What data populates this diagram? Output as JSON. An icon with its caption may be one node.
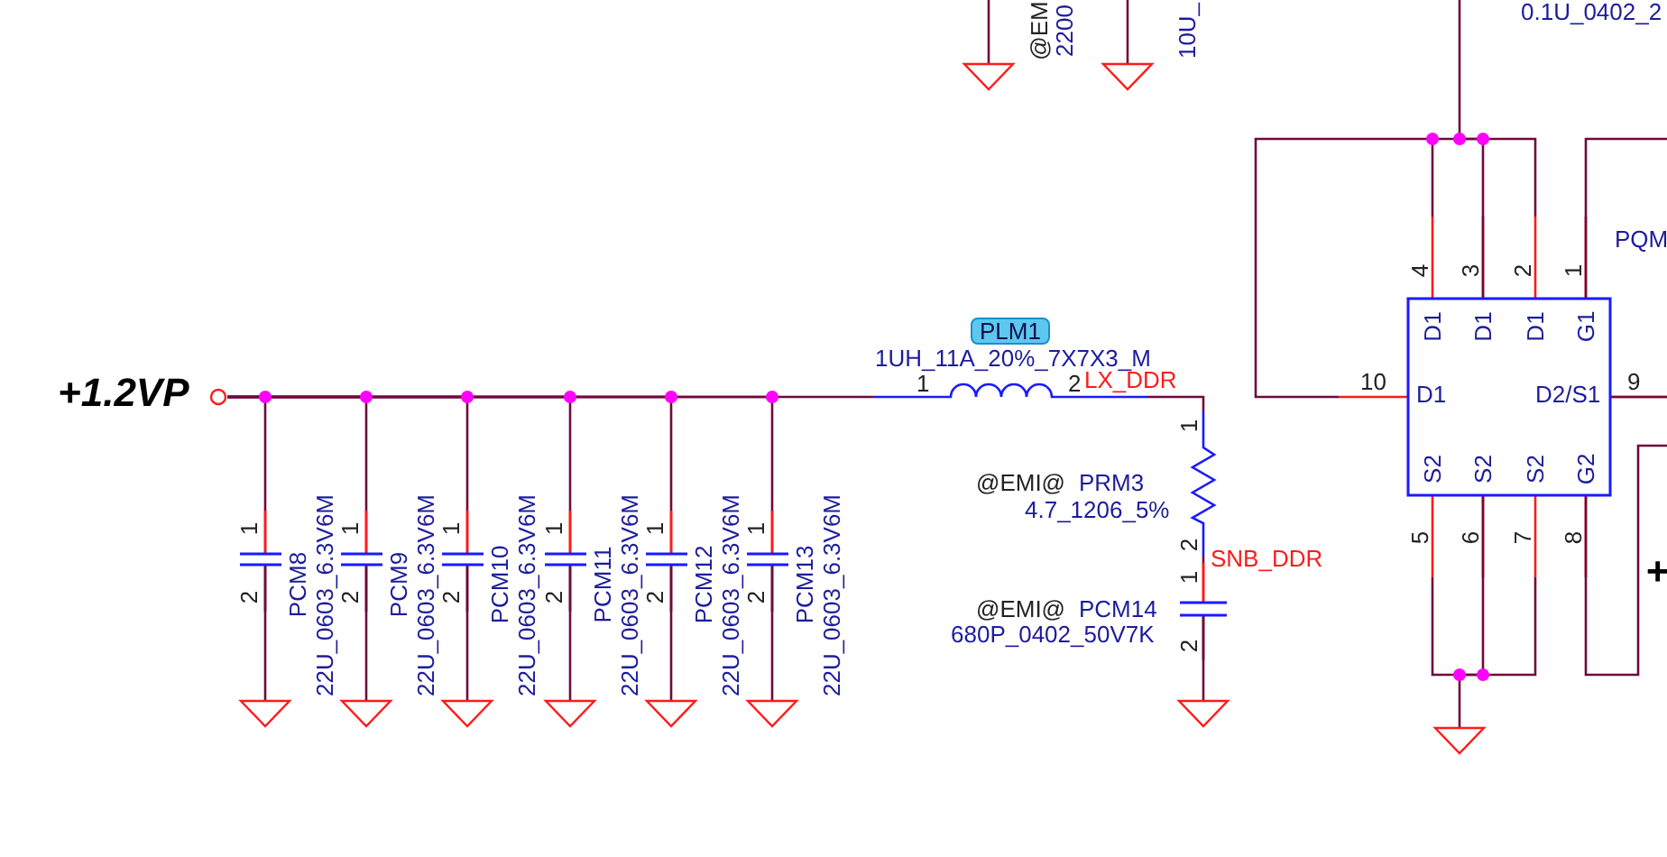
{
  "diagram": {
    "nodes": [
      {
        "text": [],
        "shape": "triangle"
      },
      {
        "text": [],
        "shape": "triangle"
      },
      {
        "text": [
          "+1.2VP"
        ]
      },
      {
        "text": [
          "PLM1",
          "1UH_11A_20%_7X7X3_M",
          "1",
          "2"
        ]
      },
      {
        "text": [
          "D1",
          "D1",
          "D1",
          "G1",
          "D1",
          "D2/S1",
          "S2",
          "S2",
          "S2",
          "G2"
        ],
        "beside": [
          "4",
          "3",
          "2",
          "1",
          "10",
          "9",
          "5",
          "6",
          "7",
          "8"
        ]
      },
      {
        "text": [
          "1",
          "2"
        ],
        "beside": [
          "PCM8",
          "22U_0603_6.3V6M"
        ]
      },
      {
        "text": [
          "1",
          "2"
        ],
        "beside": [
          "PCM9",
          "22U_0603_6.3V6M"
        ]
      },
      {
        "text": [
          "1",
          "2"
        ],
        "beside": [
          "PCM10",
          "22U_0603_6.3V6M"
        ]
      },
      {
        "text": [
          "1",
          "2"
        ],
        "beside": [
          "PCM11",
          "22U_0603_6.3V6M"
        ]
      },
      {
        "text": [
          "1",
          "2"
        ],
        "beside": [
          "PCM12",
          "22U_0603_6.3V6M"
        ]
      },
      {
        "text": [
          "1",
          "2"
        ],
        "beside": [
          "PCM13",
          "22U_0603_6.3V6M"
        ]
      },
      {
        "text": [
          "@EMI@",
          "PRM3",
          "4.7_1206_5%",
          "1",
          "2"
        ]
      },
      {
        "text": [
          "@EMI@",
          "PCM14",
          "680P_0402_50V7K",
          "1",
          "2"
        ]
      },
      {
        "text": [],
        "shape": "triangle"
      },
      {
        "text": [],
        "shape": "triangle"
      },
      {
        "text": [],
        "shape": "triangle"
      },
      {
        "text": [],
        "shape": "triangle"
      },
      {
        "text": [],
        "shape": "triangle"
      },
      {
        "text": [],
        "shape": "triangle"
      },
      {
        "text": [],
        "shape": "triangle"
      },
      {
        "text": [],
        "shape": "triangle"
      }
    ],
    "edges": [
      {
        "from": null,
        "to": 0,
        "arrow": "none"
      },
      {
        "from": null,
        "to": 1,
        "arrow": "none"
      },
      {
        "from": 2,
        "to": 5,
        "arrow": "none"
      },
      {
        "from": 2,
        "to": 6,
        "arrow": "none"
      },
      {
        "from": 2,
        "to": 7,
        "arrow": "none"
      },
      {
        "from": 2,
        "to": 8,
        "arrow": "none"
      },
      {
        "from": 2,
        "to": 9,
        "arrow": "none"
      },
      {
        "from": 2,
        "to": 10,
        "arrow": "none"
      },
      {
        "from": 2,
        "to": 3,
        "arrow": "none"
      },
      {
        "from": 5,
        "to": 13,
        "arrow": "none"
      },
      {
        "from": 6,
        "to": 14,
        "arrow": "none"
      },
      {
        "from": 7,
        "to": 15,
        "arrow": "none"
      },
      {
        "from": 8,
        "to": 16,
        "arrow": "none"
      },
      {
        "from": 9,
        "to": 17,
        "arrow": "none"
      },
      {
        "from": 10,
        "to": 18,
        "arrow": "none"
      },
      {
        "from": 3,
        "to": 11,
        "arrow": "none"
      },
      {
        "from": 11,
        "to": 12,
        "arrow": "none"
      },
      {
        "from": 12,
        "to": 19,
        "arrow": "none"
      },
      {
        "from": null,
        "to": 4,
        "arrow": "none"
      },
      {
        "from": 4,
        "to": null,
        "arrow": "none"
      },
      {
        "from": 4,
        "to": null,
        "arrow": "none"
      },
      {
        "from": 4,
        "to": null,
        "arrow": "none"
      },
      {
        "from": 4,
        "to": 20,
        "arrow": "none"
      }
    ],
    "labels": [
      "@EM",
      "2200",
      "10U_",
      "0.1U_0402_2",
      "PQM",
      "LX_DDR",
      "SNB_DDR",
      "+"
    ]
  }
}
